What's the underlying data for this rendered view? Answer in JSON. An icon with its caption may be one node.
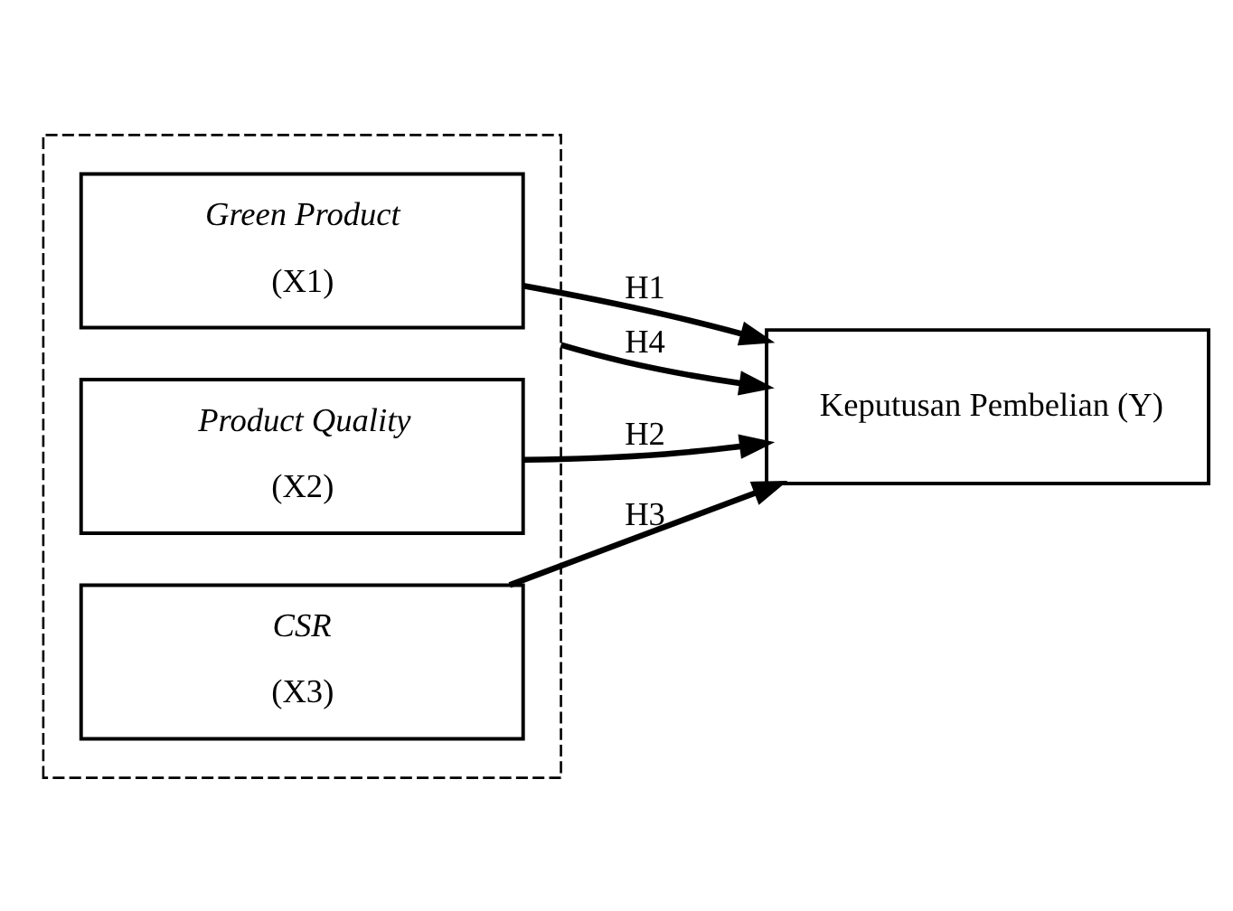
{
  "diagram": {
    "nodes": [
      {
        "text": [],
        "shape": "box"
      },
      {
        "text": [
          "Green Product",
          "(X1)"
        ],
        "in": 0
      },
      {
        "text": [
          "Product Quality",
          "(X2)"
        ],
        "in": 0
      },
      {
        "text": [
          "CSR",
          "(X3)"
        ],
        "in": 0
      },
      {
        "text": [
          "Keputusan Pembelian (Y)"
        ]
      }
    ],
    "edges": [
      {
        "from": 1,
        "to": 4,
        "arrow": "to",
        "label": "H1"
      },
      {
        "from": 2,
        "to": 4,
        "arrow": "to",
        "label": "H2"
      },
      {
        "from": 3,
        "to": 4,
        "arrow": "to",
        "label": "H3"
      },
      {
        "from": 0,
        "to": 4,
        "arrow": "to",
        "label": "H4"
      }
    ]
  }
}
